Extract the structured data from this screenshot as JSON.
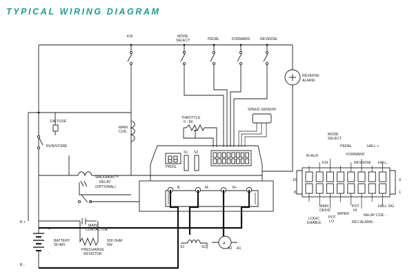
{
  "title": "TYPICAL WIRING DIAGRAM",
  "colors": {
    "title": "#1f9e8b",
    "wire": "#1c1c1c",
    "background": "#ffffff"
  },
  "switches": {
    "ksi": "KSI",
    "mode_select": [
      "MODE",
      "SELECT"
    ],
    "pedal": "PEDAL",
    "forward": "FORWARD",
    "reverse": "REVERSE"
  },
  "components": {
    "reverse_alarm": [
      "REVERSE",
      "ALARM"
    ],
    "speed_sensor": "SPEED SENSOR",
    "throttle": [
      "THROTTLE",
      "0 - 5K"
    ],
    "main_coil": [
      "MAIN",
      "COIL"
    ],
    "fuse": "10A FUSE",
    "run_store": "RUN/STORE",
    "relay": [
      "WALKAWAY™",
      "RELAY",
      "(OPTIONAL)"
    ],
    "connector_s1": "S1",
    "connector_s2": "S2",
    "prog": "PROG.",
    "b_minus": "B-",
    "m_minus": "M-",
    "b_plus": "B+",
    "main_contactor": [
      "MAIN",
      "CONTACTOR"
    ],
    "precharge": [
      "PRECHARGE",
      "RESISTOR"
    ],
    "resistor_value": [
      "500 OHM",
      "5W"
    ],
    "battery": [
      "BATTERY",
      "36-48V"
    ],
    "motor_symbol": "A",
    "motor_terminals": [
      "S1",
      "S2",
      "A2",
      "A1"
    ],
    "battery_plus": "B +",
    "battery_minus": "B -",
    "plus_sign": "+",
    "minus_sign": "-"
  },
  "pin_diagram": {
    "top_labels": [
      "MODE",
      "SELECT",
      "PEDAL",
      "FORWARD",
      "HALL +",
      "B+AUX",
      "KSI",
      "REVERSE",
      "HALL -"
    ],
    "bottom_labels": [
      "MAIN",
      "DRIVE",
      "POT",
      "HI",
      "HALL SIG",
      "LOGIC",
      "ENABLE",
      "POT",
      "LO",
      "WIPER",
      "RELAY COIL -",
      "REV ALARM -"
    ],
    "row_left_top": "16",
    "row_left_bottom": "8",
    "row_right_top": "9",
    "row_right_bottom": "1"
  }
}
